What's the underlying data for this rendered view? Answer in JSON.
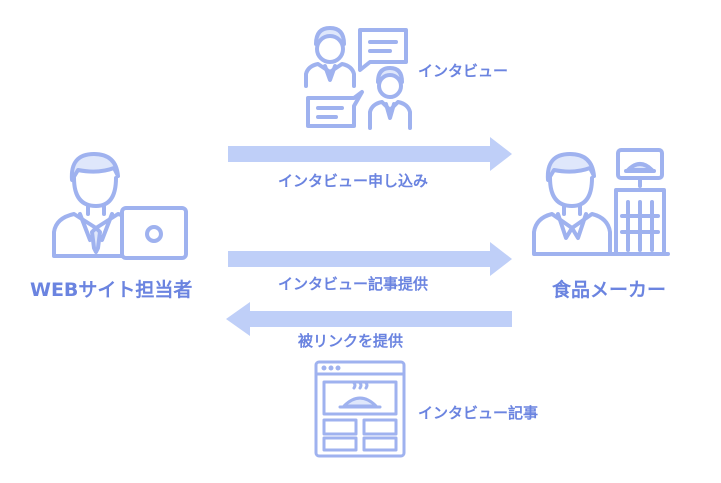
{
  "colors": {
    "accent": "#6b84e0",
    "line": "#9fb2ef",
    "fill": "#dfe7fb",
    "arrow": "#bfcff8"
  },
  "icons": [
    "interview-icon",
    "web-writer-icon",
    "food-maker-icon",
    "article-page-icon"
  ],
  "labels": {
    "interview": "インタビュー",
    "request": "インタビュー申し込み",
    "provide_article": "インタビュー記事提供",
    "backlink": "被リンクを提供",
    "article": "インタビュー記事",
    "web_writer": "WEBサイト担当者",
    "food_maker": "食品メーカー"
  }
}
